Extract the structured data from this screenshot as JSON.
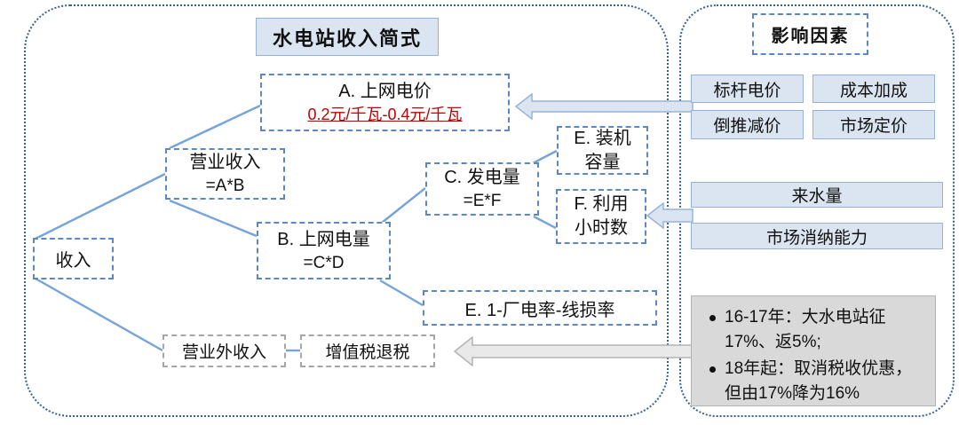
{
  "left": {
    "title": "水电站收入简式",
    "nodes": {
      "income": "收入",
      "operating": {
        "l1": "营业收入",
        "l2": "=A*B"
      },
      "price": {
        "l1": "A. 上网电价",
        "l2": "0.2元/千瓦-0.4元/千瓦"
      },
      "volume": {
        "l1": "B. 上网电量",
        "l2": "=C*D"
      },
      "generation": {
        "l1": "C. 发电量",
        "l2": "=E*F"
      },
      "capacity": {
        "l1": "E. 装机",
        "l2": "容量"
      },
      "hours": {
        "l1": "F. 利用",
        "l2": "小时数"
      },
      "loss": "E. 1-厂电率-线损率",
      "non_operating": "营业外收入",
      "vat_rebate": "增值税退税"
    }
  },
  "right": {
    "title": "影响因素",
    "factors": [
      "标杆电价",
      "成本加成",
      "倒推减价",
      "市场定价"
    ],
    "water_inflow": "来水量",
    "market_capacity": "市场消纳能力",
    "tax_note": [
      "16-17年：大水电站征17%、返5%;",
      "18年起：取消税收优惠，但由17%降为16%"
    ]
  },
  "colors": {
    "panel_border": "#365f91",
    "blue_dash_border": "#5b87c5",
    "title_fill": "#dbe5f1",
    "title_border": "#95b3d7",
    "gray_dash_border": "#a6a6a6",
    "note_fill": "#d9d9d9",
    "connector_blue": "#76a3dc",
    "arrow_fill_blue": "#dbe5f1",
    "arrow_fill_gray": "#e9e9e9",
    "value_red": "#c00000"
  }
}
